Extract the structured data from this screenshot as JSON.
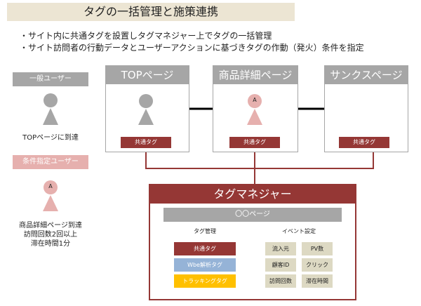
{
  "title": "タグの一括管理と施策連携",
  "bullets": [
    "・サイト内に共通タグを設置しタグマネジャー上でタグの一括管理",
    "・サイト訪問者の行動データとユーザーアクションに基づきタグの作動（発火）条件を指定"
  ],
  "users": {
    "general_label": "一般ユーザー",
    "general_caption": "TOPページに到達",
    "conditional_label": "条件指定ユーザー",
    "avatar_letter": "A",
    "conditional_caption_lines": [
      "商品詳細ページ到達",
      "訪問回数2回以上",
      "滞在時間1分"
    ]
  },
  "pages": [
    {
      "title": "TOPページ",
      "tag": "共通タグ"
    },
    {
      "title": "商品詳細ページ",
      "tag": "共通タグ",
      "avatar_letter": "A"
    },
    {
      "title": "サンクスページ",
      "tag": "共通タグ"
    }
  ],
  "tag_manager": {
    "title": "タグマネジャー",
    "page_label": "〇〇ページ",
    "tag_mgmt_label": "タグ管理",
    "event_label": "イベント設定",
    "tags": [
      {
        "label": "共通タグ",
        "color": "#953735",
        "text_color": "#ffffff"
      },
      {
        "label": "Wbe解析タグ",
        "color": "#95b3d7",
        "text_color": "#ffffff"
      },
      {
        "label": "トラッキングタグ",
        "color": "#ffc000",
        "text_color": "#ffffff"
      }
    ],
    "events": [
      [
        "流入元",
        "PV数"
      ],
      [
        "顧客ID",
        "クリック"
      ],
      [
        "訪問回数",
        "滞在時間"
      ]
    ]
  },
  "colors": {
    "accent_red": "#953735",
    "gray": "#a6a6a6",
    "pink": "#e6b0ae",
    "title_bg": "#ece5d3",
    "event_bg": "#ddd9c3"
  }
}
